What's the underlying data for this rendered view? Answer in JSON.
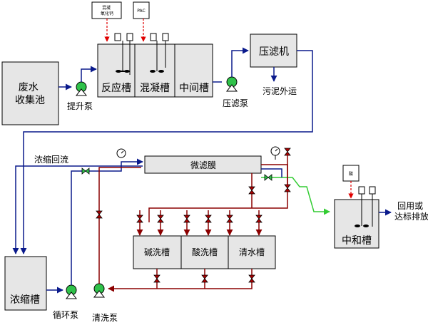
{
  "tanks": {
    "wastewater": "废水\n收集池",
    "reaction": "反应槽",
    "coagulation": "混凝槽",
    "intermediate": "中间槽",
    "filterpress": "压滤机",
    "membrane": "微滤膜",
    "alkali": "碱洗槽",
    "acid": "酸洗槽",
    "clean": "清水槽",
    "concentrate": "浓缩槽",
    "neutral": "中和槽"
  },
  "dosing": {
    "coag": "混凝\n氧化钙",
    "pac": "PAC",
    "acid": "酸"
  },
  "labels": {
    "lift_pump": "提升泵",
    "press_pump": "压滤泵",
    "sludge_out": "污泥外运",
    "concentrate_return": "浓缩回流",
    "circ_pump": "循环泵",
    "wash_pump": "清洗泵",
    "discharge": "回用或\n达标排放"
  },
  "colors": {
    "pump_green": "#2fc24a",
    "flow_blue": "#0a1a8c",
    "flow_red": "#8b0000",
    "flow_green": "#33cc33",
    "dose_red": "#e00000"
  }
}
